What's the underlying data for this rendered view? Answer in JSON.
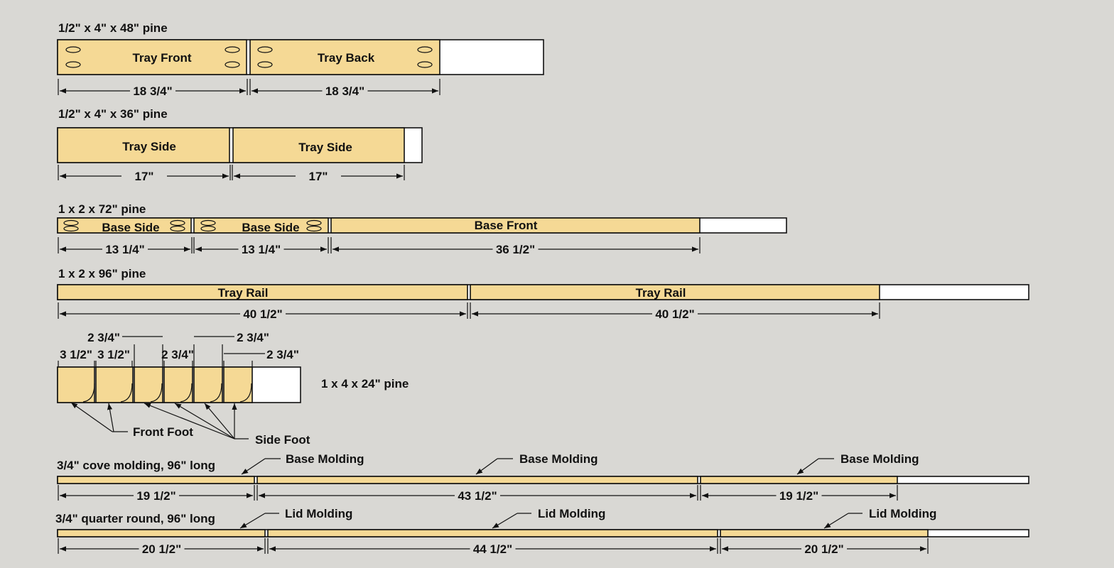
{
  "colors": {
    "wood": "#f5d995",
    "waste": "#ffffff",
    "background": "#d9d8d4",
    "ink": "#111111"
  },
  "boards": [
    {
      "id": "b1",
      "label": "1/2\" x 4\" x 48\" pine",
      "parts": [
        {
          "label": "Tray Front",
          "dim": "18 3/4\""
        },
        {
          "label": "Tray Back",
          "dim": "18 3/4\""
        }
      ]
    },
    {
      "id": "b2",
      "label": "1/2\" x 4\" x 36\" pine",
      "parts": [
        {
          "label": "Tray Side",
          "dim": "17\""
        },
        {
          "label": "Tray Side",
          "dim": "17\""
        }
      ]
    },
    {
      "id": "b3",
      "label": "1 x 2 x 72\" pine",
      "parts": [
        {
          "label": "Base Side",
          "dim": "13 1/4\""
        },
        {
          "label": "Base Side",
          "dim": "13 1/4\""
        },
        {
          "label": "Base Front",
          "dim": "36 1/2\""
        }
      ]
    },
    {
      "id": "b4",
      "label": "1 x 2 x 96\" pine",
      "parts": [
        {
          "label": "Tray Rail",
          "dim": "40 1/2\""
        },
        {
          "label": "Tray Rail",
          "dim": "40 1/2\""
        }
      ]
    },
    {
      "id": "b5",
      "label": "1 x 4 x 24\" pine",
      "parts": [
        {
          "dim": "3 1/2\""
        },
        {
          "dim": "3 1/2\""
        },
        {
          "dim": "2 3/4\""
        },
        {
          "dim": "2 3/4\""
        },
        {
          "dim": "2 3/4\""
        },
        {
          "dim": "2 3/4\""
        }
      ],
      "callouts": [
        "Front Foot",
        "Side Foot"
      ]
    },
    {
      "id": "b6",
      "label": "3/4\" cove molding, 96\" long",
      "parts": [
        {
          "label": "Base Molding",
          "dim": "19 1/2\""
        },
        {
          "label": "Base Molding",
          "dim": "43 1/2\""
        },
        {
          "label": "Base Molding",
          "dim": "19 1/2\""
        }
      ]
    },
    {
      "id": "b7",
      "label": "3/4\" quarter round, 96\" long",
      "parts": [
        {
          "label": "Lid Molding",
          "dim": "20 1/2\""
        },
        {
          "label": "Lid Molding",
          "dim": "44 1/2\""
        },
        {
          "label": "Lid Molding",
          "dim": "20 1/2\""
        }
      ]
    }
  ]
}
